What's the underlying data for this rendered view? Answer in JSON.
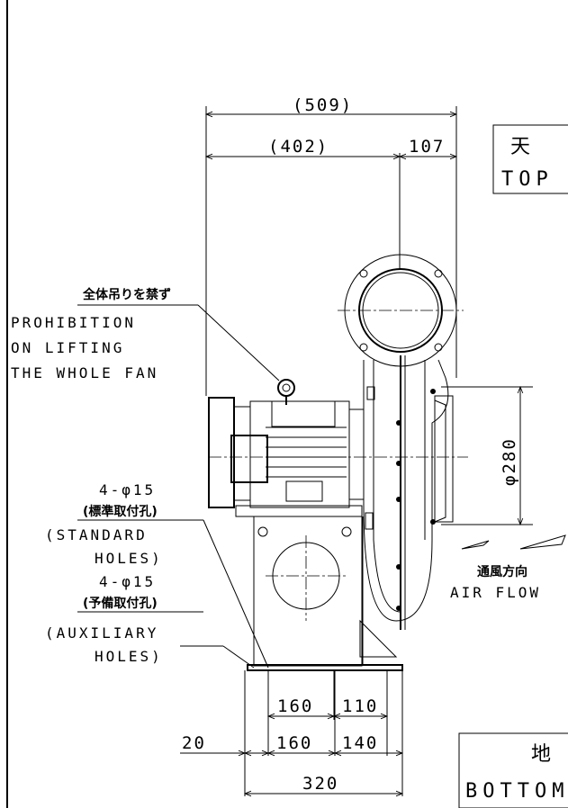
{
  "dimensions": {
    "overall_width": "(509)",
    "motor_width": "(402)",
    "offset": "107",
    "outlet_dia": "φ280",
    "base_a": "160",
    "base_b": "110",
    "edge": "20",
    "base_c": "160",
    "base_d": "140",
    "base_total": "320"
  },
  "notes": {
    "lifting_jp": "全体吊りを禁ず",
    "lifting_en_1": "PROHIBITION",
    "lifting_en_2": "ON LIFTING",
    "lifting_en_3": "THE WHOLE FAN",
    "std_holes": "4-φ15",
    "std_holes_jp": "(標準取付孔)",
    "std_holes_en_1": "(STANDARD",
    "std_holes_en_2": "HOLES)",
    "aux_holes": "4-φ15",
    "aux_holes_jp": "(予備取付孔)",
    "aux_holes_en_1": "(AUXILIARY",
    "aux_holes_en_2": "HOLES)",
    "airflow_jp": "通風方向",
    "airflow_en": "AIR FLOW"
  },
  "orientation": {
    "top_jp": "天",
    "top_en": "TOP",
    "bottom_jp": "地",
    "bottom_en": "BOTTOM"
  }
}
